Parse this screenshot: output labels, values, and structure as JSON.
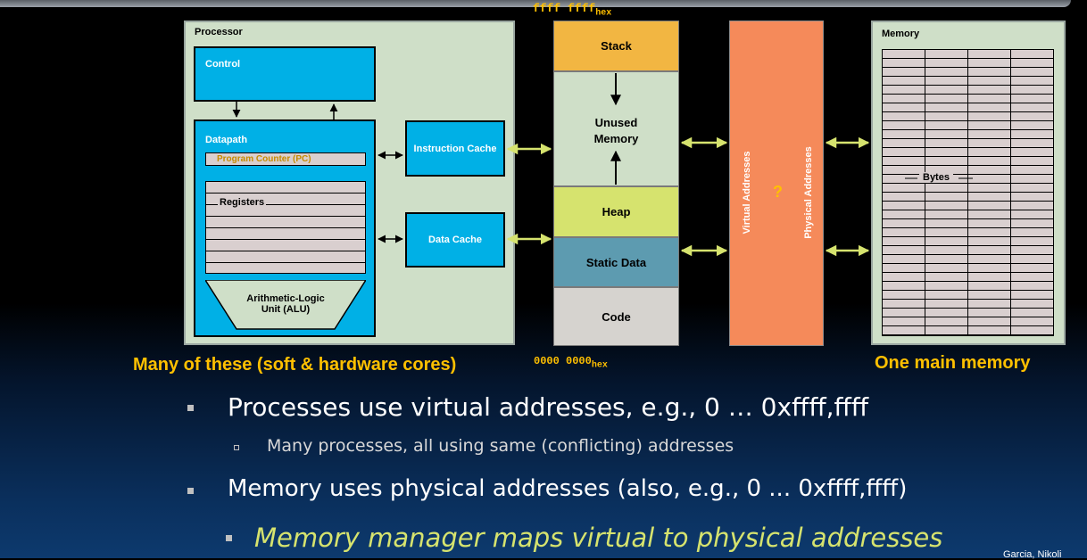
{
  "diagram": {
    "processor": {
      "title": "Processor",
      "control": "Control",
      "datapath": "Datapath",
      "program_counter": "Program Counter (PC)",
      "registers": "Registers",
      "alu": [
        "Arithmetic-Logic",
        "Unit (ALU)"
      ],
      "instruction_cache": "Instruction Cache",
      "data_cache": "Data Cache"
    },
    "address_space": {
      "top_address": "ffff ffff",
      "top_address_sub": "hex",
      "bottom_address": "0000 0000",
      "bottom_address_sub": "hex",
      "segments": {
        "stack": "Stack",
        "unused_line1": "Unused",
        "unused_line2": "Memory",
        "heap": "Heap",
        "static": "Static Data",
        "code": "Code"
      }
    },
    "translator": {
      "virtual_label": "Virtual Addresses",
      "physical_label": "Physical Addresses",
      "question": "?"
    },
    "memory": {
      "title": "Memory",
      "bytes_label": "Bytes"
    },
    "captions": {
      "left": "Many of these (soft & hardware cores)",
      "right": "One main memory"
    },
    "colors": {
      "accent_yellow": "#ffc000",
      "arrow_green": "#d6e36e",
      "cyan": "#00b0e6",
      "orange": "#f58a5a"
    }
  },
  "bullets": {
    "b1": "Processes use virtual addresses, e.g., 0 … 0xffff,ffff",
    "b1_sub": "Many processes, all using same (conflicting) addresses",
    "b2": "Memory uses physical addresses (also, e.g., 0 ... 0xffff,ffff)",
    "b3": "Memory manager maps virtual to physical addresses"
  },
  "footer": {
    "credit": "Garcia, Nikoli"
  }
}
